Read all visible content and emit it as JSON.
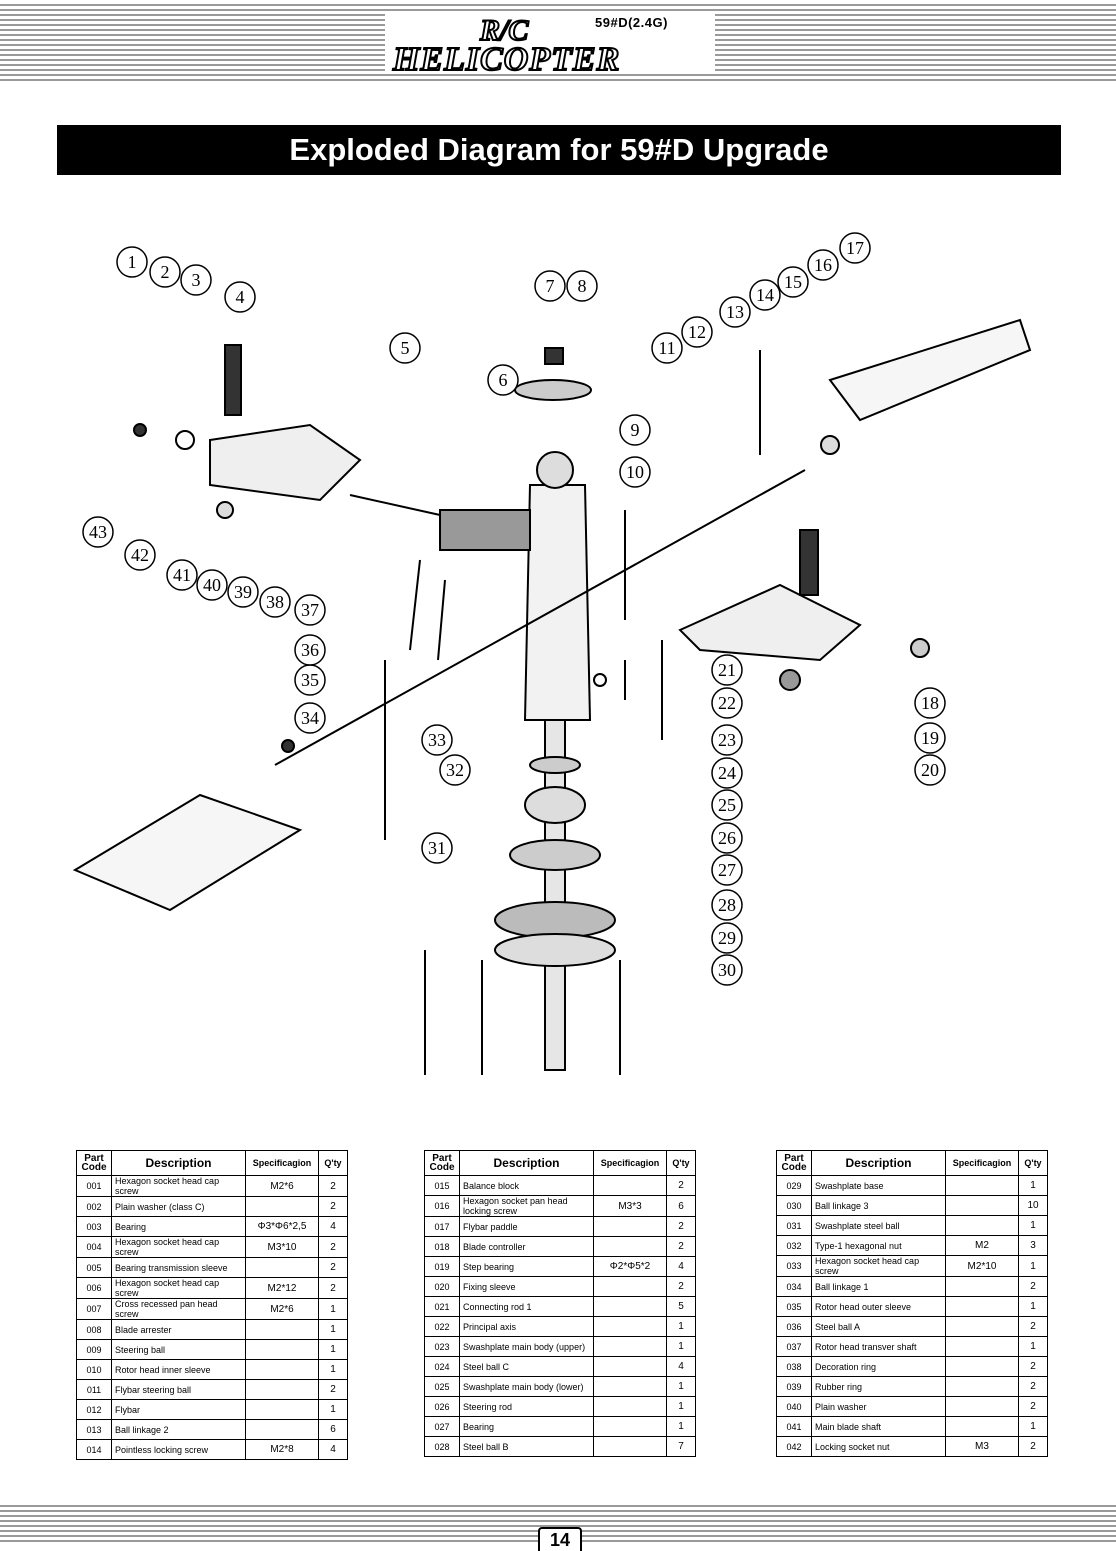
{
  "header": {
    "brand_line1": "R/C",
    "brand_line2": "HELICOPTER",
    "model": "59#D(2.4G)"
  },
  "title": "Exploded Diagram for 59#D Upgrade",
  "diagram": {
    "callouts": [
      "1",
      "2",
      "3",
      "4",
      "5",
      "6",
      "7",
      "8",
      "9",
      "10",
      "11",
      "12",
      "13",
      "14",
      "15",
      "16",
      "17",
      "18",
      "19",
      "20",
      "21",
      "22",
      "23",
      "24",
      "25",
      "26",
      "27",
      "28",
      "29",
      "30",
      "31",
      "32",
      "33",
      "34",
      "35",
      "36",
      "37",
      "38",
      "39",
      "40",
      "41",
      "42",
      "43"
    ]
  },
  "table_headers": {
    "code": "Part Code",
    "description": "Description",
    "spec": "Specificagion",
    "qty": "Q'ty"
  },
  "tables": [
    [
      {
        "code": "001",
        "desc": "Hexagon socket head cap screw",
        "spec": "M2*6",
        "qty": "2"
      },
      {
        "code": "002",
        "desc": "Plain washer (class C)",
        "spec": "",
        "qty": "2"
      },
      {
        "code": "003",
        "desc": "Bearing",
        "spec": "Φ3*Φ6*2,5",
        "qty": "4"
      },
      {
        "code": "004",
        "desc": "Hexagon socket head cap screw",
        "spec": "M3*10",
        "qty": "2"
      },
      {
        "code": "005",
        "desc": "Bearing transmission sleeve",
        "spec": "",
        "qty": "2"
      },
      {
        "code": "006",
        "desc": "Hexagon socket head cap screw",
        "spec": "M2*12",
        "qty": "2"
      },
      {
        "code": "007",
        "desc": "Cross recessed pan head screw",
        "spec": "M2*6",
        "qty": "1"
      },
      {
        "code": "008",
        "desc": "Blade arrester",
        "spec": "",
        "qty": "1"
      },
      {
        "code": "009",
        "desc": "Steering ball",
        "spec": "",
        "qty": "1"
      },
      {
        "code": "010",
        "desc": "Rotor head inner sleeve",
        "spec": "",
        "qty": "1"
      },
      {
        "code": "011",
        "desc": "Flybar steering ball",
        "spec": "",
        "qty": "2"
      },
      {
        "code": "012",
        "desc": "Flybar",
        "spec": "",
        "qty": "1"
      },
      {
        "code": "013",
        "desc": "Ball linkage 2",
        "spec": "",
        "qty": "6"
      },
      {
        "code": "014",
        "desc": "Pointless locking screw",
        "spec": "M2*8",
        "qty": "4"
      }
    ],
    [
      {
        "code": "015",
        "desc": "Balance block",
        "spec": "",
        "qty": "2"
      },
      {
        "code": "016",
        "desc": "Hexagon socket pan head locking screw",
        "spec": "M3*3",
        "qty": "6"
      },
      {
        "code": "017",
        "desc": "Flybar paddle",
        "spec": "",
        "qty": "2"
      },
      {
        "code": "018",
        "desc": "Blade controller",
        "spec": "",
        "qty": "2"
      },
      {
        "code": "019",
        "desc": "Step bearing",
        "spec": "Φ2*Φ5*2",
        "qty": "4"
      },
      {
        "code": "020",
        "desc": "Fixing sleeve",
        "spec": "",
        "qty": "2"
      },
      {
        "code": "021",
        "desc": "Connecting rod 1",
        "spec": "",
        "qty": "5"
      },
      {
        "code": "022",
        "desc": "Principal axis",
        "spec": "",
        "qty": "1"
      },
      {
        "code": "023",
        "desc": "Swashplate main body (upper)",
        "spec": "",
        "qty": "1"
      },
      {
        "code": "024",
        "desc": "Steel ball C",
        "spec": "",
        "qty": "4"
      },
      {
        "code": "025",
        "desc": "Swashplate main body (lower)",
        "spec": "",
        "qty": "1"
      },
      {
        "code": "026",
        "desc": "Steering rod",
        "spec": "",
        "qty": "1"
      },
      {
        "code": "027",
        "desc": "Bearing",
        "spec": "",
        "qty": "1"
      },
      {
        "code": "028",
        "desc": "Steel ball B",
        "spec": "",
        "qty": "7"
      }
    ],
    [
      {
        "code": "029",
        "desc": "Swashplate base",
        "spec": "",
        "qty": "1"
      },
      {
        "code": "030",
        "desc": "Ball linkage 3",
        "spec": "",
        "qty": "10"
      },
      {
        "code": "031",
        "desc": "Swashplate steel ball",
        "spec": "",
        "qty": "1"
      },
      {
        "code": "032",
        "desc": "Type-1 hexagonal nut",
        "spec": "M2",
        "qty": "3"
      },
      {
        "code": "033",
        "desc": "Hexagon socket head cap screw",
        "spec": "M2*10",
        "qty": "1"
      },
      {
        "code": "034",
        "desc": "Ball linkage 1",
        "spec": "",
        "qty": "2"
      },
      {
        "code": "035",
        "desc": "Rotor head outer sleeve",
        "spec": "",
        "qty": "1"
      },
      {
        "code": "036",
        "desc": "Steel ball A",
        "spec": "",
        "qty": "2"
      },
      {
        "code": "037",
        "desc": "Rotor head transver shaft",
        "spec": "",
        "qty": "1"
      },
      {
        "code": "038",
        "desc": "Decoration ring",
        "spec": "",
        "qty": "2"
      },
      {
        "code": "039",
        "desc": "Rubber ring",
        "spec": "",
        "qty": "2"
      },
      {
        "code": "040",
        "desc": "Plain washer",
        "spec": "",
        "qty": "2"
      },
      {
        "code": "041",
        "desc": "Main blade shaft",
        "spec": "",
        "qty": "1"
      },
      {
        "code": "042",
        "desc": "Locking socket nut",
        "spec": "M3",
        "qty": "2"
      }
    ]
  ],
  "page_number": "14"
}
